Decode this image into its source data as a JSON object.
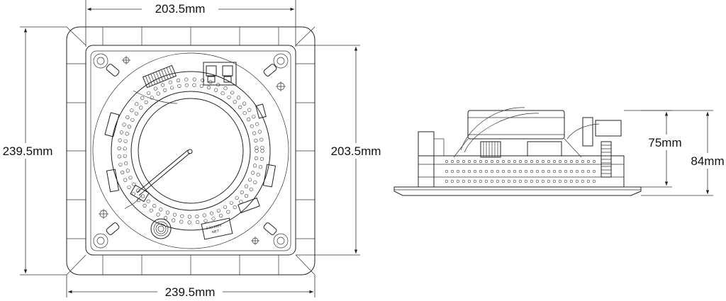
{
  "front_view": {
    "top_dimension": "203.5mm",
    "bottom_dimension": "239.5mm",
    "left_dimension": "239.5mm",
    "right_dimension": "203.5mm",
    "label_transformer": "3.3J 100V MET",
    "label_transformer_line1": "3.3J 100V",
    "label_transformer_line2": "MET"
  },
  "side_view": {
    "height_inner": "75mm",
    "height_total": "84mm"
  }
}
